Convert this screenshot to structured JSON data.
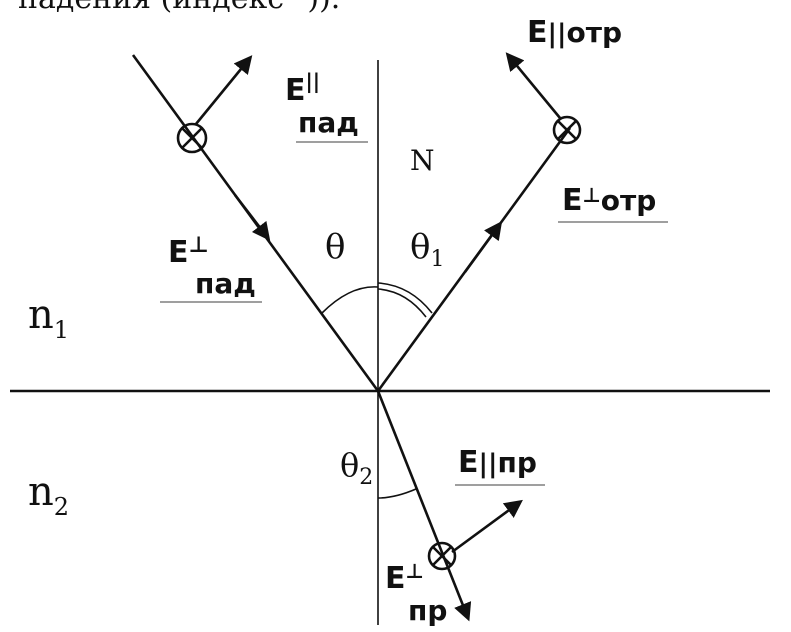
{
  "header_fragment": "падения (индекс \")).",
  "normal_label": "N",
  "medium_top": {
    "base": "n",
    "sub": "1"
  },
  "medium_bottom": {
    "base": "n",
    "sub": "2"
  },
  "angles": {
    "incidence": "θ",
    "reflection": {
      "base": "θ",
      "sub": "1"
    },
    "refraction": {
      "base": "θ",
      "sub": "2"
    }
  },
  "vectors": {
    "incident_parallel": {
      "base": "E",
      "mark": "||",
      "sub": "пад"
    },
    "incident_perp": {
      "base": "E",
      "mark": "⊥",
      "sub": "пад"
    },
    "reflected_parallel": {
      "base": "E",
      "mark": "||",
      "sub": "отр"
    },
    "reflected_perp": {
      "base": "E",
      "mark": "⊥",
      "sub": "отр"
    },
    "refracted_parallel": {
      "base": "E",
      "mark": "||",
      "sub": "пр"
    },
    "refracted_perp": {
      "base": "E",
      "mark": "⊥",
      "sub": "пр"
    }
  },
  "symbols": {
    "into_page": "⊗"
  }
}
